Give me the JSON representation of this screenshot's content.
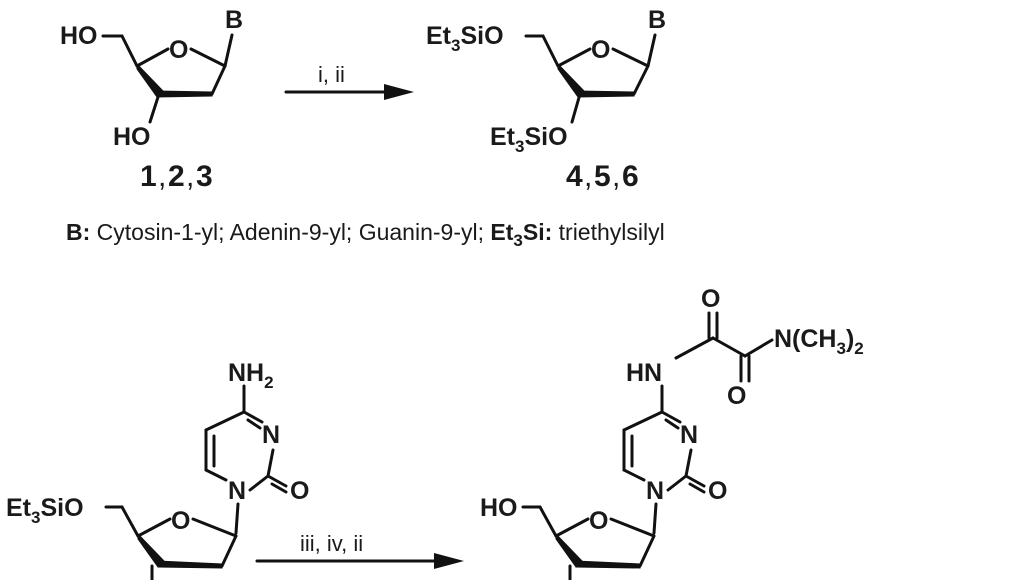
{
  "reaction1": {
    "reactant": {
      "ho_top": "HO",
      "ho_bottom": "HO",
      "ring_o": "O",
      "base": "B",
      "numbers": [
        "1",
        "2",
        "3"
      ]
    },
    "conditions": "i, ii",
    "product": {
      "silyl_top": "Et",
      "silyl_top_sub": "3",
      "silyl_top_rest": "SiO",
      "silyl_bottom": "Et",
      "silyl_bottom_sub": "3",
      "silyl_bottom_rest": "SiO",
      "ring_o": "O",
      "base": "B",
      "numbers": [
        "4",
        "5",
        "6"
      ]
    }
  },
  "legend": {
    "b_label": "B:",
    "b_text": " Cytosin-1-yl; Adenin-9-yl; Guanin-9-yl; ",
    "et_label": "Et",
    "et_sub": "3",
    "et_label_rest": "Si:",
    "et_text": " triethylsilyl"
  },
  "reaction2": {
    "reactant": {
      "nh2": "NH",
      "nh2_sub": "2",
      "n_ring": "N",
      "n1": "N",
      "carbonyl_o": "O",
      "silyl": "Et",
      "silyl_sub": "3",
      "silyl_rest": "SiO",
      "ring_o": "O"
    },
    "conditions": "iii, iv, ii",
    "product": {
      "oxalyl_o_top": "O",
      "oxalyl_o_bottom": "O",
      "nme2": "N(CH",
      "nme2_sub": "3",
      "nme2_close": ")",
      "nme2_sub2": "2",
      "hn": "HN",
      "n_ring": "N",
      "n1": "N",
      "carbonyl_o": "O",
      "ho": "HO",
      "ring_o": "O"
    }
  }
}
